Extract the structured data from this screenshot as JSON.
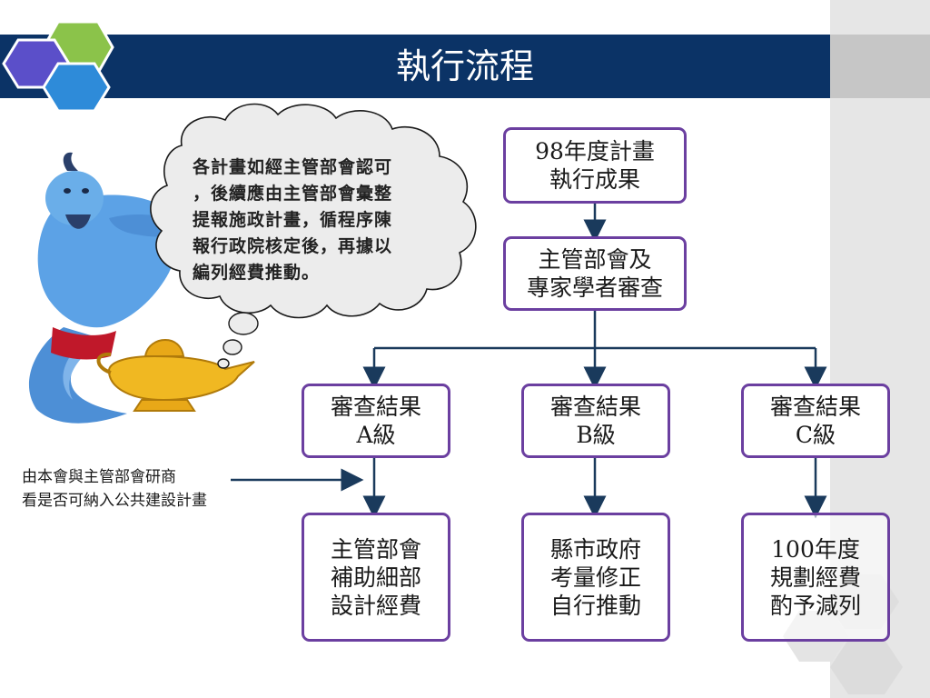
{
  "slide": {
    "title": "執行流程",
    "colors": {
      "title_bar": "#0b3366",
      "box_border": "#6b3fa0",
      "connector": "#1a3a5c",
      "logo_green": "#8bc34a",
      "logo_purple": "#5b4fc9",
      "logo_blue": "#2e8bd9"
    }
  },
  "bubble": {
    "lines": [
      "各計畫如經主管部會認可",
      "，後續應由主管部會彙整",
      "提報施政計畫，循程序陳",
      "報行政院核定後，再據以",
      "編列經費推動。"
    ]
  },
  "flow": {
    "top": {
      "line1": "98年度計畫",
      "line2": "執行成果"
    },
    "review": {
      "line1": "主管部會及",
      "line2": "專家學者審查"
    },
    "results": [
      {
        "line1": "審查結果",
        "line2": "A級"
      },
      {
        "line1": "審查結果",
        "line2": "B級"
      },
      {
        "line1": "審查結果",
        "line2": "C級"
      }
    ],
    "outcomes": [
      {
        "line1": "主管部會",
        "line2": "補助細部",
        "line3": "設計經費"
      },
      {
        "line1": "縣市政府",
        "line2": "考量修正",
        "line3": "自行推動"
      },
      {
        "line1": "100年度",
        "line2": "規劃經費",
        "line3": "酌予減列"
      }
    ]
  },
  "note": {
    "line1": "由本會與主管部會研商",
    "line2": "看是否可納入公共建設計畫"
  }
}
